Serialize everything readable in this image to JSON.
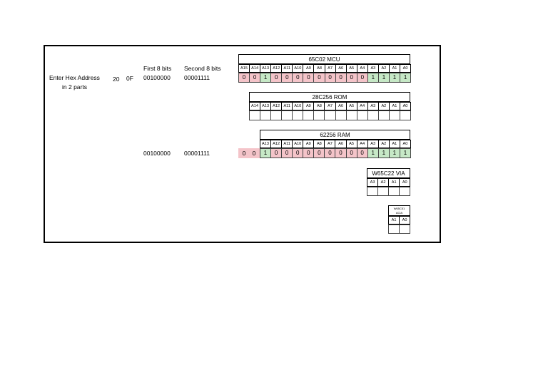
{
  "sheet": {
    "input_label_line1": "Enter Hex Address",
    "input_label_line2": "in 2 parts",
    "hex_part1": "20",
    "hex_part2": "0F",
    "first_header": "First 8 bits",
    "second_header": "Second 8 bits",
    "first_bits": "00100000",
    "second_bits": "00001111",
    "first_bits_ram": "00100000",
    "second_bits_ram": "00001111",
    "ram_overflow": [
      "0",
      "0"
    ]
  },
  "chips": {
    "mcu": {
      "title": "65C02 MCU",
      "labels": [
        "A15",
        "A14",
        "A13",
        "A12",
        "A11",
        "A10",
        "A9",
        "A8",
        "A7",
        "A6",
        "A5",
        "A4",
        "A3",
        "A2",
        "A1",
        "A0"
      ],
      "values": [
        "0",
        "0",
        "1",
        "0",
        "0",
        "0",
        "0",
        "0",
        "0",
        "0",
        "0",
        "0",
        "1",
        "1",
        "1",
        "1"
      ]
    },
    "rom": {
      "title": "28C256 ROM",
      "labels": [
        "A14",
        "A13",
        "A12",
        "A11",
        "A10",
        "A9",
        "A8",
        "A7",
        "A6",
        "A5",
        "A4",
        "A3",
        "A2",
        "A1",
        "A0"
      ]
    },
    "ram": {
      "title": "62256 RAM",
      "labels": [
        "A13",
        "A12",
        "A11",
        "A10",
        "A9",
        "A8",
        "A7",
        "A6",
        "A5",
        "A4",
        "A3",
        "A2",
        "A1",
        "A0"
      ],
      "values": [
        "1",
        "0",
        "0",
        "0",
        "0",
        "0",
        "0",
        "0",
        "0",
        "0",
        "1",
        "1",
        "1",
        "1"
      ]
    },
    "via": {
      "title": "W65C22 VIA",
      "labels": [
        "A3",
        "A2",
        "A1",
        "A0"
      ]
    },
    "acia": {
      "title_line1": "W65C51",
      "title_line2": "ACIA",
      "labels": [
        "A1",
        "A0"
      ]
    }
  }
}
